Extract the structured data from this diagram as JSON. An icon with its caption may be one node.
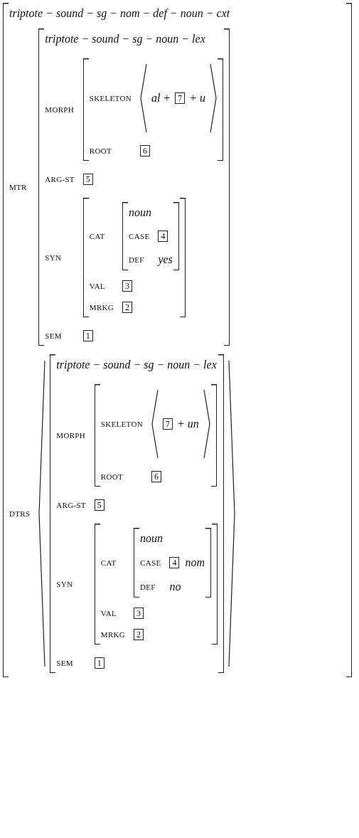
{
  "diagram": {
    "nodes": [
      {
        "text": [
          "triptote − sound − sg − nom − def − noun − cxt",
          "MTR",
          "DTRS"
        ]
      },
      {
        "text": [
          "triptote − sound − sg − noun − lex",
          "MORPH",
          "ARG-ST",
          "SYN",
          "SEM"
        ],
        "in": 0
      },
      {
        "text": [
          "SKELETON",
          "al +",
          "+ u",
          "ROOT"
        ],
        "in": 1
      },
      {
        "text": [
          "7"
        ],
        "in": 2
      },
      {
        "text": [
          "6"
        ],
        "in": 2
      },
      {
        "text": [
          "5"
        ],
        "in": 1
      },
      {
        "text": [
          "CAT",
          "VAL",
          "MRKG"
        ],
        "in": 1
      },
      {
        "text": [
          "noun",
          "CASE",
          "DEF",
          "yes"
        ],
        "in": 6
      },
      {
        "text": [
          "4"
        ],
        "in": 7
      },
      {
        "text": [
          "3"
        ],
        "in": 6
      },
      {
        "text": [
          "2"
        ],
        "in": 6
      },
      {
        "text": [
          "1"
        ],
        "in": 1
      },
      {
        "text": [
          "triptote − sound − sg − noun − lex",
          "MORPH",
          "ARG-ST",
          "SYN",
          "SEM"
        ],
        "in": 0
      },
      {
        "text": [
          "SKELETON",
          "+ un",
          "ROOT"
        ],
        "in": 12
      },
      {
        "text": [
          "7"
        ],
        "in": 13
      },
      {
        "text": [
          "6"
        ],
        "in": 13
      },
      {
        "text": [
          "5"
        ],
        "in": 12
      },
      {
        "text": [
          "CAT",
          "VAL",
          "MRKG"
        ],
        "in": 12
      },
      {
        "text": [
          "noun",
          "CASE",
          "nom",
          "DEF",
          "no"
        ],
        "in": 17
      },
      {
        "text": [
          "4"
        ],
        "in": 18
      },
      {
        "text": [
          "3"
        ],
        "in": 17
      },
      {
        "text": [
          "2"
        ],
        "in": 17
      },
      {
        "text": [
          "1"
        ],
        "in": 12
      }
    ]
  }
}
